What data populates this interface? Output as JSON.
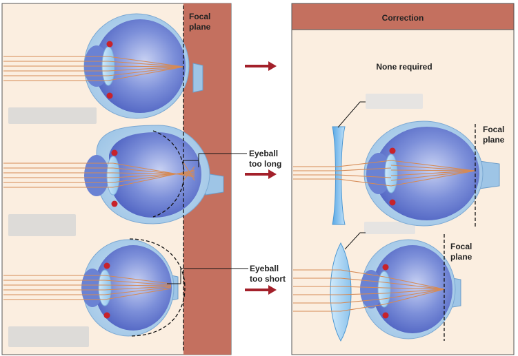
{
  "labels": {
    "focal_plane_line1": "Focal",
    "focal_plane_line2": "plane",
    "eyeball_long_line1": "Eyeball",
    "eyeball_long_line2": "too long",
    "eyeball_short_line1": "Eyeball",
    "eyeball_short_line2": "too short",
    "correction_header": "Correction",
    "none_required": "None required"
  },
  "colors": {
    "panel_bg": "#fbeee0",
    "focal_band": "#c4705f",
    "header_band": "#c4705f",
    "arrow": "#a3202a",
    "ray": "#d58a55",
    "eye_outer": "#a9cdea",
    "eye_inner": "#5f76cf",
    "lens_color": "#8ec4ec",
    "iris_red": "#c8222a"
  }
}
